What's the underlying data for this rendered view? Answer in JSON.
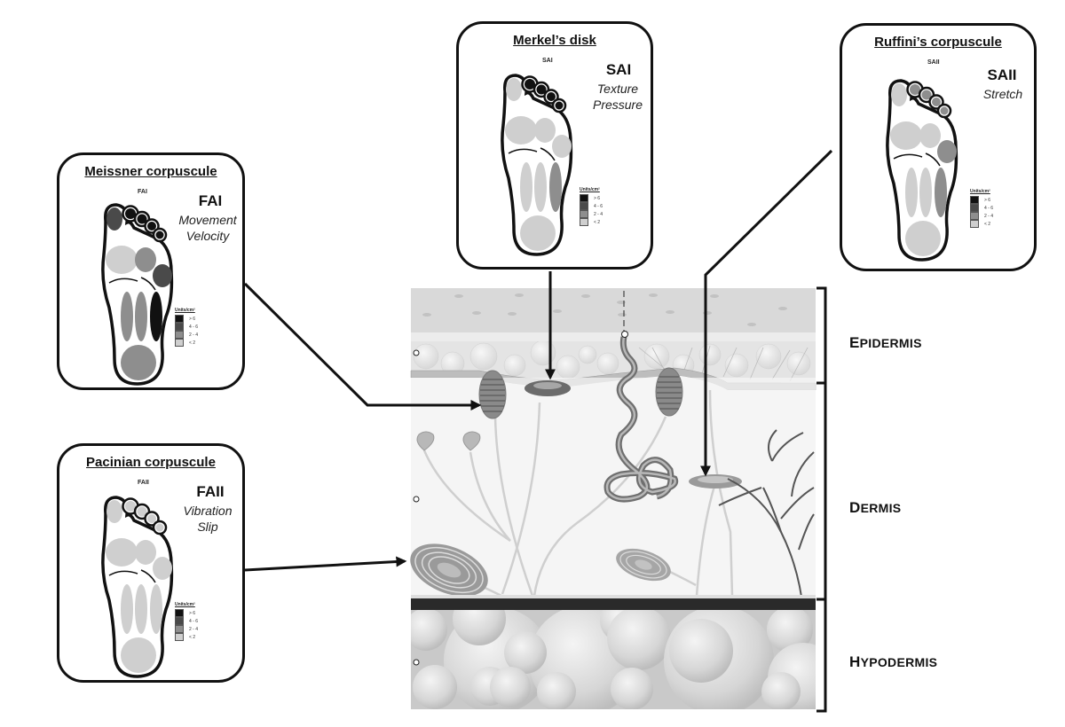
{
  "figure": {
    "legend_title": "Units/cm²",
    "legend_levels": [
      {
        "label": "> 6",
        "color": "#111111"
      },
      {
        "label": "4 - 6",
        "color": "#4a4a4a"
      },
      {
        "label": "2 - 4",
        "color": "#8e8e8e"
      },
      {
        "label": "< 2",
        "color": "#cfcfcf"
      }
    ],
    "panels": [
      {
        "id": "meissner",
        "title": "Meissner corpuscule",
        "small_code": "FAI",
        "code": "FAI",
        "functions": [
          "Movement",
          "Velocity"
        ],
        "regions": {
          "hallux": 1,
          "toes": 0,
          "medial_forefoot": 3,
          "central_forefoot": 2,
          "lateral_forefoot": 1,
          "medial_arch": 2,
          "central_arch": 2,
          "lateral_arch": 0,
          "heel": 2
        }
      },
      {
        "id": "merkel",
        "title": "Merkel’s disk",
        "small_code": "SAI",
        "code": "SAI",
        "functions": [
          "Texture",
          "Pressure"
        ],
        "regions": {
          "hallux": 3,
          "toes": 0,
          "medial_forefoot": 3,
          "central_forefoot": 3,
          "lateral_forefoot": 3,
          "medial_arch": 3,
          "central_arch": 3,
          "lateral_arch": 2,
          "heel": 3
        }
      },
      {
        "id": "ruffini",
        "title": "Ruffini’s corpuscule",
        "small_code": "SAII",
        "code": "SAII",
        "functions": [
          "Stretch"
        ],
        "regions": {
          "hallux": 3,
          "toes": 2,
          "medial_forefoot": 3,
          "central_forefoot": 3,
          "lateral_forefoot": 2,
          "medial_arch": 3,
          "central_arch": 3,
          "lateral_arch": 2,
          "heel": 3
        }
      },
      {
        "id": "pacinian",
        "title": "Pacinian corpuscule",
        "small_code": "FAII",
        "code": "FAII",
        "functions": [
          "Vibration",
          "Slip"
        ],
        "regions": {
          "hallux": 3,
          "toes": 3,
          "medial_forefoot": 3,
          "central_forefoot": 3,
          "lateral_forefoot": 3,
          "medial_arch": 3,
          "central_arch": 3,
          "lateral_arch": 3,
          "heel": 3
        }
      }
    ],
    "skin_layers": [
      {
        "first": "E",
        "rest": "PIDERMIS"
      },
      {
        "first": "D",
        "rest": "ERMIS"
      },
      {
        "first": "H",
        "rest": "YPODERMIS"
      }
    ]
  }
}
